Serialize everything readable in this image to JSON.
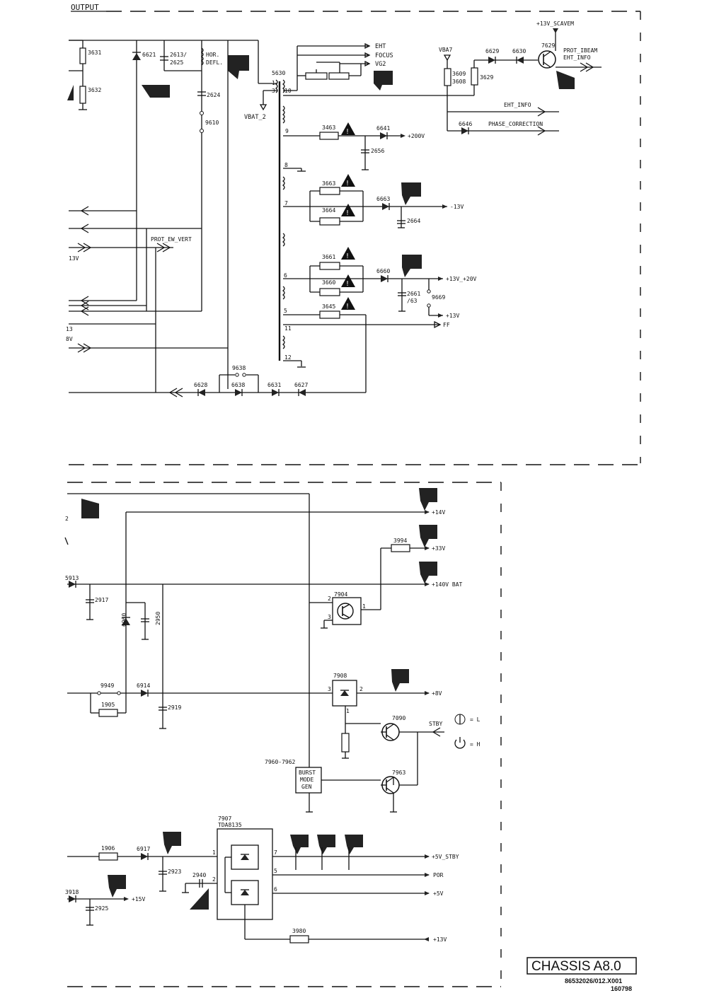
{
  "top_section": {
    "title": "OUTPUT",
    "components": {
      "r3631": "3631",
      "r3632": "3632",
      "d6621": "6621",
      "c2613": "2613/",
      "c2625": "2625",
      "hor": "HOR.",
      "defl": "DEFL.",
      "c2624": "2624",
      "sw9610": "9610",
      "t5630": "5630",
      "vbat2": "VBAT_2",
      "pin1": "1",
      "pin3": "3",
      "pin10": "10",
      "pin9": "9",
      "pin8": "8",
      "pin7": "7",
      "pin6": "6",
      "pin5": "5",
      "pin11": "11",
      "pin12": "12",
      "eht": "EHT",
      "focus": "FOCUS",
      "vg2": "VG2",
      "vba7": "VBA7",
      "r3609": "3609",
      "r3608": "3608",
      "r3629": "3629",
      "d6629": "6629",
      "d6630": "6630",
      "q7629": "7629",
      "scavem": "+13V_SCAVEM",
      "prot_ibeam": "PROT_IBEAM",
      "eht_info_top": "EHT_INFO",
      "eht_info": "EHT_INFO",
      "d6646": "6646",
      "phase_correction": "PHASE_CORRECTION",
      "r3463": "3463",
      "d6641": "6641",
      "v200": "+200V",
      "c2656": "2656",
      "r3663": "3663",
      "r3664": "3664",
      "d6663": "6663",
      "vm13": "-13V",
      "c2664": "2664",
      "prot_ew_vert": "PROT_EW_VERT",
      "left13v": "13V",
      "r3661": "3661",
      "r3660": "3660",
      "d6660": "6660",
      "v13_20": "+13V_+20V",
      "c2661": "2661",
      "c2661b": "/63",
      "sw9669": "9669",
      "v13b": "+13V",
      "r3645": "3645",
      "ff": "FF",
      "left13": "13",
      "left8v": "8V",
      "sw9638": "9638",
      "d6628": "6628",
      "d6638": "6638",
      "d6631": "6631",
      "d6627": "6627"
    }
  },
  "bottom_section": {
    "components": {
      "v14": "+14V",
      "r3994": "3994",
      "v33": "+33V",
      "v140": "+140V BAT",
      "d5913": "5913",
      "c2917": "2917",
      "d6960": "6960",
      "c2950": "2950",
      "q7904": "7904",
      "p7904_2": "2",
      "p7904_1": "1",
      "p7904_3": "3",
      "sw9949": "9949",
      "d6914": "6914",
      "f1905": "1905",
      "c2919": "2919",
      "ic7908": "7908",
      "p7908_3": "3",
      "p7908_2": "2",
      "p7908_1": "1",
      "v8": "+8V",
      "q7090": "7090",
      "stby": "STBY",
      "eq_l": "= L",
      "eq_h": "= H",
      "q7960": "7960-7962",
      "burst1": "BURST",
      "burst2": "MODE",
      "burst3": "GEN",
      "q7963": "7963",
      "ic7907": "7907",
      "tda": "TDA8135",
      "f1906": "1906",
      "d6917": "6917",
      "c2923": "2923",
      "c2940": "2940",
      "d3918": "3918",
      "c2925": "2925",
      "v15": "+15V",
      "p1": "1",
      "p2": "2",
      "p7": "7",
      "p5": "5",
      "p6": "6",
      "v5stby": "+5V_STBY",
      "por": "POR",
      "v5": "+5V",
      "r3980": "3980",
      "v13c": "+13V",
      "left_2": "2"
    }
  },
  "footer": {
    "chassis": "CHASSIS A8.0",
    "doc_number": "86532026/012.X001",
    "date_code": "160798"
  }
}
